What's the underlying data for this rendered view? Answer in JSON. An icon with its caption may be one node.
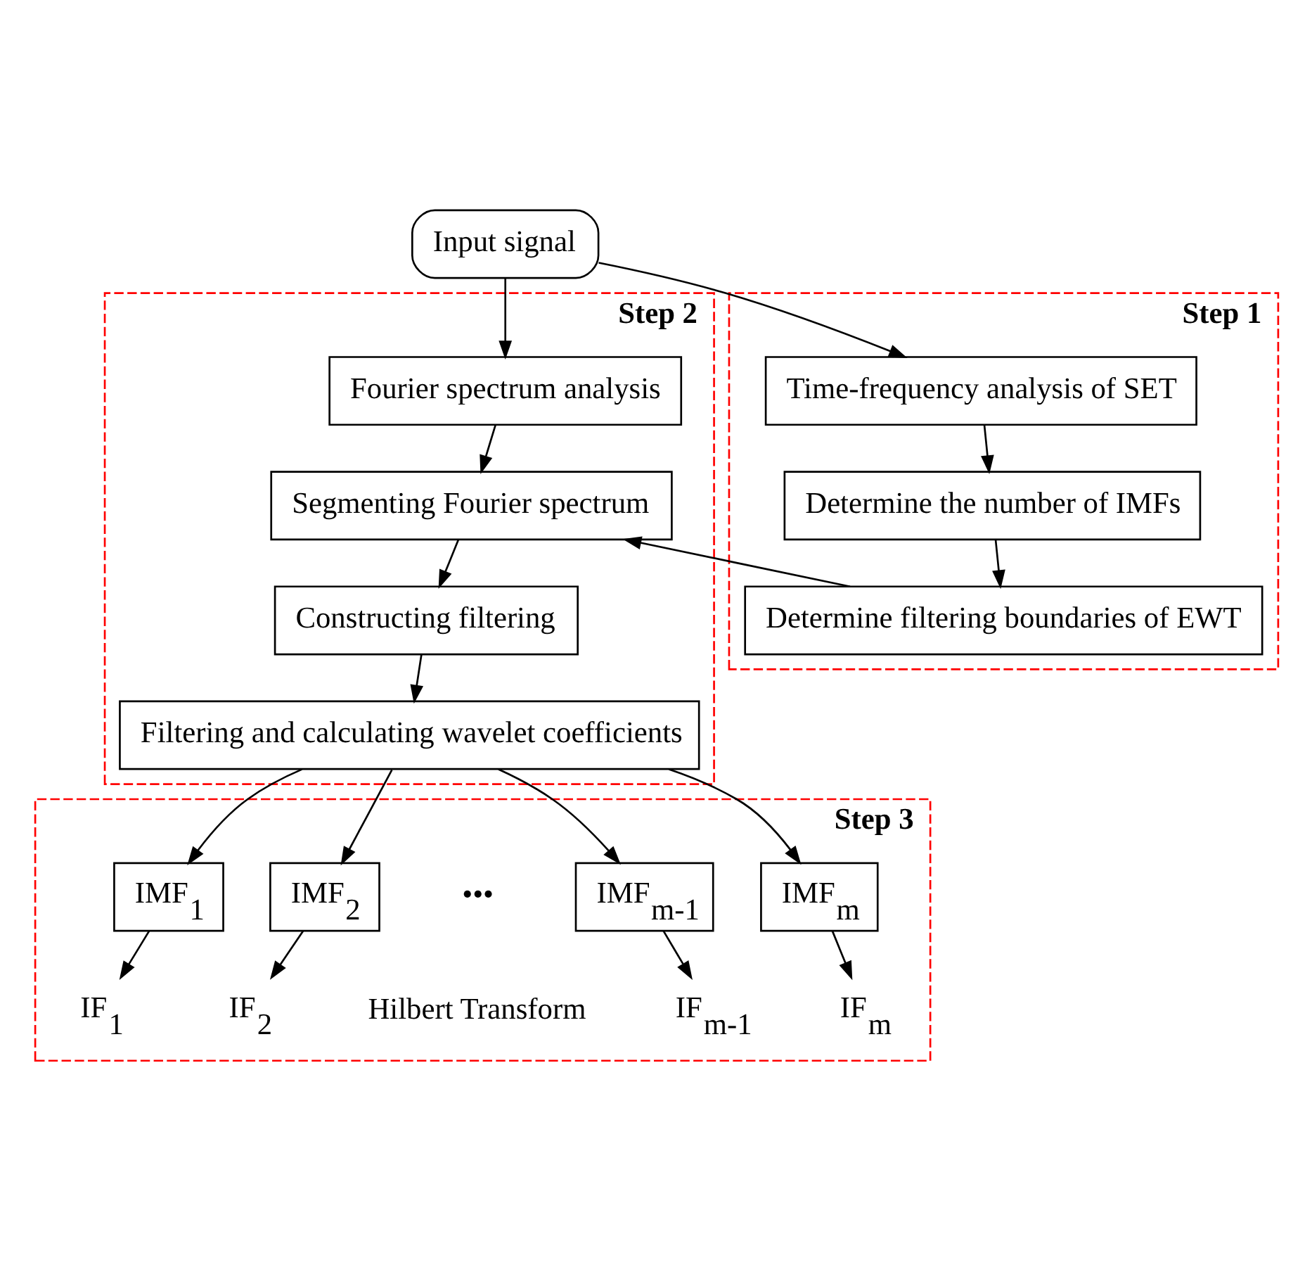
{
  "diagram": {
    "nodes": [
      {
        "text": [
          "Input signal"
        ]
      },
      {
        "text": [
          "Step 1"
        ]
      },
      {
        "text": [
          "Time-frequency analysis of SET"
        ],
        "in": 1
      },
      {
        "text": [
          "Determine the number of IMFs"
        ],
        "in": 1
      },
      {
        "text": [
          "Determine filtering boundaries of EWT"
        ],
        "in": 1
      },
      {
        "text": [
          "Step 2"
        ]
      },
      {
        "text": [
          "Fourier spectrum analysis"
        ],
        "in": 5
      },
      {
        "text": [
          "Segmenting Fourier spectrum"
        ],
        "in": 5
      },
      {
        "text": [
          "Constructing filtering"
        ],
        "in": 5
      },
      {
        "text": [
          "Filtering and calculating wavelet coefficients"
        ],
        "in": 5
      },
      {
        "text": [
          "Step 3"
        ]
      },
      {
        "text": [
          "IMF$_{1}$"
        ],
        "in": 10
      },
      {
        "text": [
          "IF$_{1}$"
        ],
        "in": 10
      },
      {
        "text": [
          "IMF$_{2}$"
        ],
        "in": 10
      },
      {
        "text": [
          "IF$_{2}$"
        ],
        "in": 10
      },
      {
        "text": [
          "IMF$_{m-1}$"
        ],
        "in": 10
      },
      {
        "text": [
          "IF$_{m-1}$"
        ],
        "in": 10
      },
      {
        "text": [
          "IMF$_{m}$"
        ],
        "in": 10
      },
      {
        "text": [
          "IF$_{m}$"
        ],
        "in": 10
      }
    ],
    "edges": [
      {
        "from": 0,
        "to": 6,
        "arrow": "to"
      },
      {
        "from": 0,
        "to": 2,
        "arrow": "to"
      },
      {
        "from": 2,
        "to": 3,
        "arrow": "to"
      },
      {
        "from": 3,
        "to": 4,
        "arrow": "to"
      },
      {
        "from": 4,
        "to": 7,
        "arrow": "to"
      },
      {
        "from": 6,
        "to": 7,
        "arrow": "to"
      },
      {
        "from": 7,
        "to": 8,
        "arrow": "to"
      },
      {
        "from": 8,
        "to": 9,
        "arrow": "to"
      },
      {
        "from": 9,
        "to": 11,
        "arrow": "to"
      },
      {
        "from": 9,
        "to": 13,
        "arrow": "to"
      },
      {
        "from": 9,
        "to": 15,
        "arrow": "to"
      },
      {
        "from": 9,
        "to": 17,
        "arrow": "to"
      },
      {
        "from": 11,
        "to": 12,
        "arrow": "to"
      },
      {
        "from": 13,
        "to": 14,
        "arrow": "to"
      },
      {
        "from": 15,
        "to": 16,
        "arrow": "to"
      },
      {
        "from": 17,
        "to": 18,
        "arrow": "to"
      }
    ],
    "labels": [
      "•••",
      "Hilbert Transform"
    ]
  }
}
